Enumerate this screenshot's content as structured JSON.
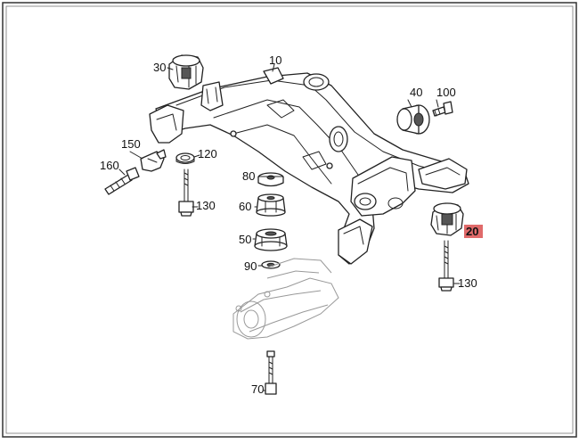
{
  "diagram": {
    "border_color": "#333333",
    "highlight_color": "#e06a6a",
    "callouts": {
      "subframe": "10",
      "mount_right": "20",
      "mount_left": "30",
      "bushing": "40",
      "bushing_mid": "50",
      "bushing_cup": "60",
      "bolt_bottom": "70",
      "washer_top": "80",
      "washer_bottom": "90",
      "bolt_small": "100",
      "washer_left": "120",
      "bolt_left": "130",
      "bolt_right": "130",
      "bracket": "150",
      "bolt_side": "160"
    }
  }
}
